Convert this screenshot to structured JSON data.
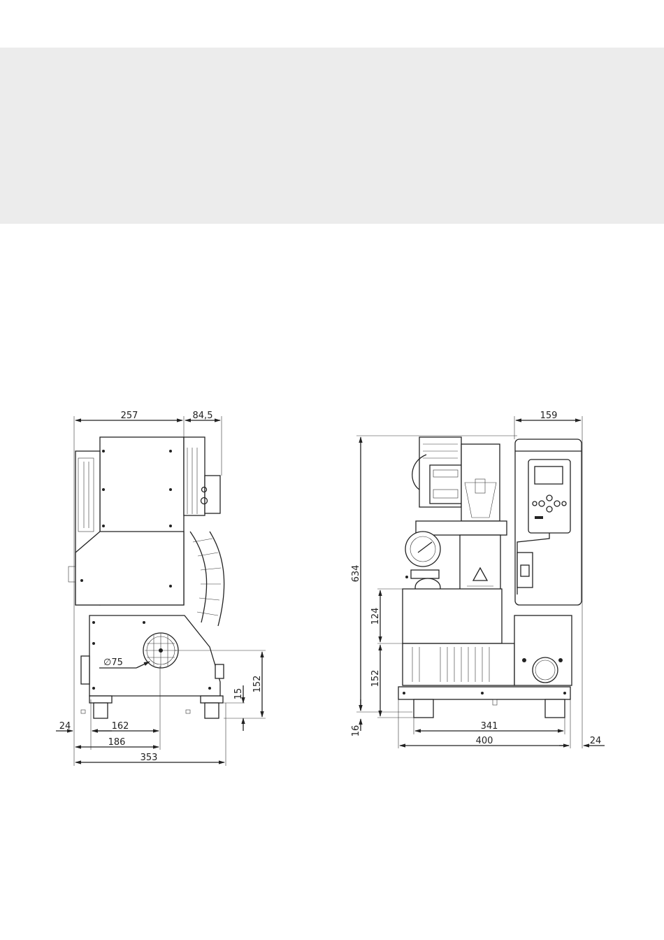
{
  "header_band": {
    "color": "#ececec"
  },
  "side_view": {
    "dimensions": {
      "top_width": "257",
      "top_offset": "84,5",
      "diameter": "∅75",
      "height_152": "152",
      "height_15": "15",
      "foot_24": "24",
      "width_162": "162",
      "width_186": "186",
      "width_353": "353"
    }
  },
  "front_view": {
    "dimensions": {
      "width_159": "159",
      "height_634": "634",
      "height_124": "124",
      "height_152": "152",
      "height_16": "16",
      "width_341": "341",
      "width_400": "400",
      "offset_24": "24"
    }
  }
}
